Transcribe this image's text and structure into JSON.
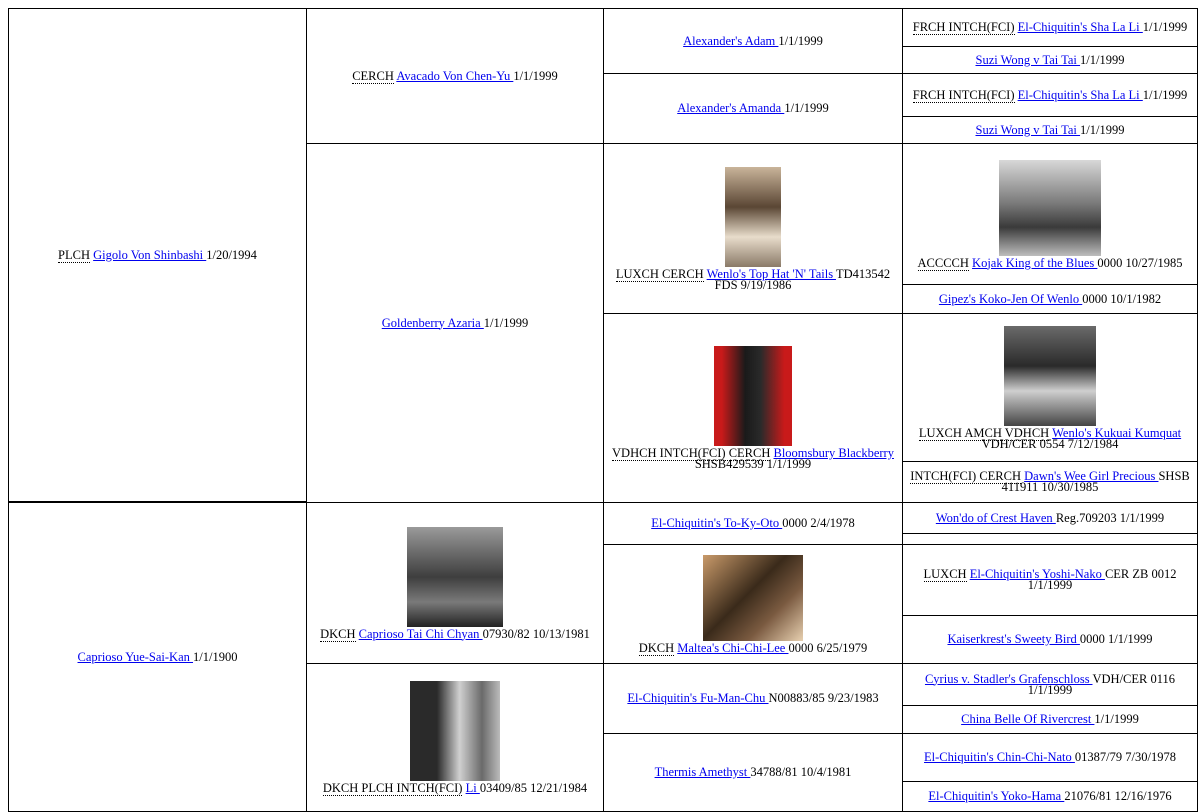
{
  "cells": [
    {
      "id": "c1",
      "title": "PLCH",
      "name": "Gigolo Von Shinbashi",
      "info": "1/20/1994"
    },
    {
      "id": "c2",
      "title": "CERCH",
      "name": "Avacado Von Chen-Yu",
      "info": "1/1/1999"
    },
    {
      "id": "c3",
      "title": "",
      "name": "Alexander's Adam",
      "info": "1/1/1999"
    },
    {
      "id": "c4",
      "title": "FRCH INTCH(FCI)",
      "name": "El-Chiquitin's Sha La Li",
      "info": "1/1/1999"
    },
    {
      "id": "c5",
      "title": "",
      "name": "Suzi Wong v Tai Tai",
      "info": "1/1/1999"
    },
    {
      "id": "c6",
      "title": "",
      "name": "Alexander's Amanda",
      "info": "1/1/1999"
    },
    {
      "id": "c7",
      "title": "FRCH INTCH(FCI)",
      "name": "El-Chiquitin's Sha La Li",
      "info": "1/1/1999"
    },
    {
      "id": "c8",
      "title": "",
      "name": "Suzi Wong v Tai Tai",
      "info": "1/1/1999"
    },
    {
      "id": "c9",
      "title": "",
      "name": "Goldenberry Azaria",
      "info": "1/1/1999"
    },
    {
      "id": "c10",
      "title": "LUXCH CERCH",
      "name": "Wenlo's Top Hat 'N' Tails",
      "info": "TD413542 FDS 9/19/1986"
    },
    {
      "id": "c11",
      "title": "ACCCCH",
      "name": "Kojak King of the Blues",
      "info": "0000 10/27/1985"
    },
    {
      "id": "c12",
      "title": "",
      "name": "Gipez's Koko-Jen Of Wenlo",
      "info": "0000 10/1/1982"
    },
    {
      "id": "c13",
      "title": "VDHCH INTCH(FCI) CERCH",
      "name": "Bloomsbury Blackberry",
      "info": "SHSB429539 1/1/1999"
    },
    {
      "id": "c14",
      "title": "LUXCH AMCH VDHCH",
      "name": "Wenlo's Kukuai Kumquat",
      "info": "VDH/CER 0554 7/12/1984"
    },
    {
      "id": "c15",
      "title": "INTCH(FCI) CERCH",
      "name": "Dawn's Wee Girl Precious",
      "info": "SHSB 411911 10/30/1985"
    },
    {
      "id": "c16",
      "title": "",
      "name": "Caprioso Yue-Sai-Kan",
      "info": "1/1/1900"
    },
    {
      "id": "c17",
      "title": "DKCH",
      "name": "Caprioso Tai Chi Chyan",
      "info": "07930/82 10/13/1981"
    },
    {
      "id": "c18",
      "title": "",
      "name": "El-Chiquitin's To-Ky-Oto",
      "info": "0000 2/4/1978"
    },
    {
      "id": "c19",
      "title": "",
      "name": "Won'do of Crest Haven",
      "info": "Reg.709203 1/1/1999"
    },
    {
      "id": "c20",
      "title": "",
      "name": "",
      "info": ""
    },
    {
      "id": "c21",
      "title": "DKCH",
      "name": "Maltea's Chi-Chi-Lee",
      "info": "0000 6/25/1979"
    },
    {
      "id": "c22",
      "title": "LUXCH",
      "name": "El-Chiquitin's Yoshi-Nako",
      "info": "CER ZB 0012 1/1/1999"
    },
    {
      "id": "c23",
      "title": "",
      "name": "Kaiserkrest's Sweety Bird",
      "info": "0000 1/1/1999"
    },
    {
      "id": "c24",
      "title": "DKCH PLCH INTCH(FCI)",
      "name": "Li",
      "info": "03409/85 12/21/1984"
    },
    {
      "id": "c25",
      "title": "",
      "name": "El-Chiquitin's Fu-Man-Chu",
      "info": "N00883/85 9/23/1983"
    },
    {
      "id": "c26",
      "title": "",
      "name": "Cyrius v. Stadler's Grafenschloss",
      "info": "VDH/CER 0116 1/1/1999"
    },
    {
      "id": "c27",
      "title": "",
      "name": "China Belle Of Rivercrest",
      "info": "1/1/1999"
    },
    {
      "id": "c28",
      "title": "",
      "name": "Thermis Amethyst",
      "info": "34788/81 10/4/1981"
    },
    {
      "id": "c29",
      "title": "",
      "name": "El-Chiquitin's Chin-Chi-Nato",
      "info": "01387/79 7/30/1978"
    },
    {
      "id": "c30",
      "title": "",
      "name": "El-Chiquitin's Yoko-Hama",
      "info": "21076/81 12/16/1976"
    }
  ]
}
